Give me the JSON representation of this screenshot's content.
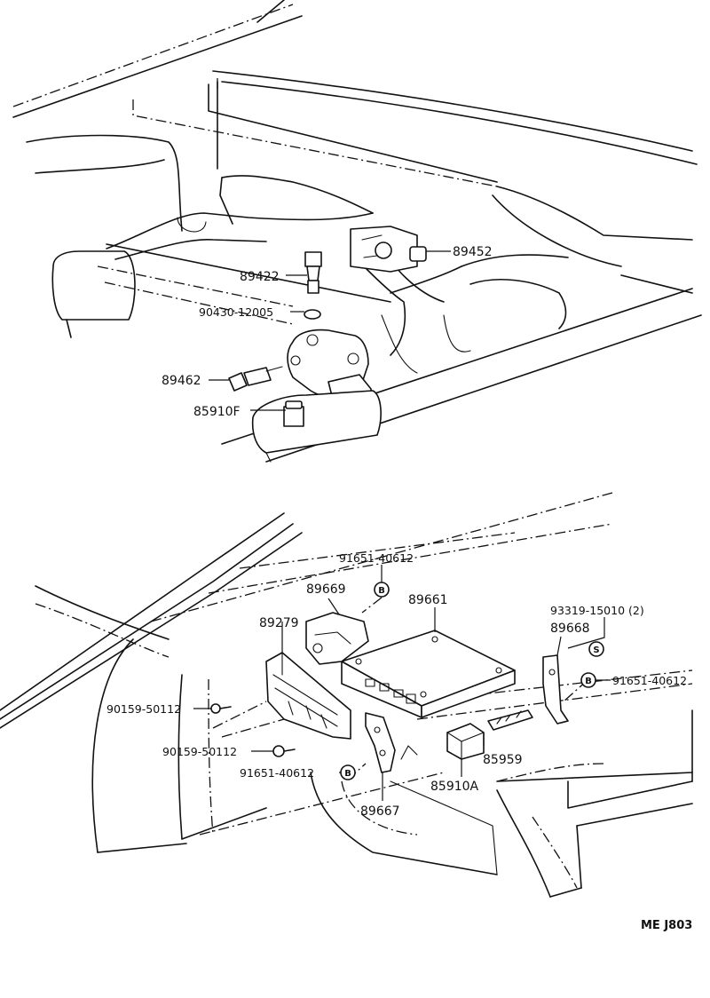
{
  "top_labels": [
    "89422",
    "89452",
    "90430-12005",
    "89462",
    "85910F"
  ],
  "bottom_labels": [
    "91651-40612",
    "89669",
    "89661",
    "93319-15010 (2)",
    "89668",
    "89279",
    "91651-40612",
    "90159-50112",
    "90159-50112",
    "85959",
    "91651-40612",
    "85910A",
    "89667"
  ],
  "markers": [
    "B",
    "S",
    "B",
    "B"
  ],
  "drawing_code": "ME J803"
}
